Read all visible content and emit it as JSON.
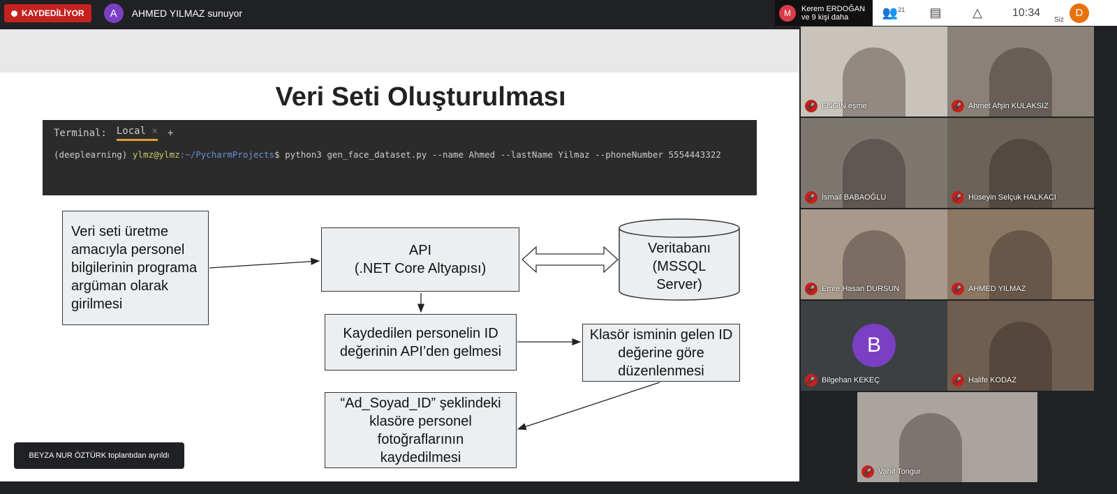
{
  "topbar": {
    "recording": "KAYDEDİLİYOR",
    "presenter_initial": "A",
    "presenter_text": "AHMED YILMAZ sunuyor"
  },
  "notify": {
    "initial": "M",
    "line1": "Kerem ERDOĞAN",
    "line2": "ve 9 kişi daha"
  },
  "controls": {
    "people_count": "21",
    "time": "10:34",
    "self_label": "Siz",
    "self_initial": "D"
  },
  "slide": {
    "title": "Veri Seti Oluşturulması",
    "terminal": {
      "label": "Terminal:",
      "tab": "Local",
      "close": "×",
      "add": "+",
      "prompt_env": "(deeplearning)",
      "prompt_user": "ylmz@ylmz",
      "prompt_path": ":~/PycharmProjects",
      "command": "$ python3 gen_face_dataset.py --name Ahmed --lastName Yilmaz --phoneNumber 5554443322"
    },
    "boxes": {
      "input": "Veri seti üretme amacıyla personel bilgilerinin programa argüman olarak girilmesi",
      "api": "API\n(.NET Core Altyapısı)",
      "db": "Veritabanı\n(MSSQL\nServer)",
      "id": "Kaydedilen personelin ID değerinin API’den gelmesi",
      "folder": "Klasör isminin gelen ID değerine göre düzenlenmesi",
      "save": "“Ad_Soyad_ID” şeklindeki klasöre personel fotoğraflarının kaydedilmesi"
    }
  },
  "toast": "BEYZA NUR ÖZTÜRK toplantıdan ayrıldı",
  "participants": [
    {
      "name": "ENGİN eşme",
      "color": "#c9c4bb"
    },
    {
      "name": "Ahmet Afşin KULAKSIZ",
      "color": "#8a8178"
    },
    {
      "name": "İsmail BABAOĞLU",
      "color": "#7d776f"
    },
    {
      "name": "Hüseyin Selçuk HALKACI",
      "color": "#6b6258"
    },
    {
      "name": "Emre Hasan DURSUN",
      "color": "#a8998a"
    },
    {
      "name": "AHMED YILMAZ",
      "color": "#8b7763"
    },
    {
      "name": "Bilgehan KEKEÇ",
      "color": "#3c4043",
      "initial": "B"
    },
    {
      "name": "Halife KODAZ",
      "color": "#6f5e50"
    },
    {
      "name": "Vahit Tongur",
      "color": "#a9a49e"
    }
  ]
}
